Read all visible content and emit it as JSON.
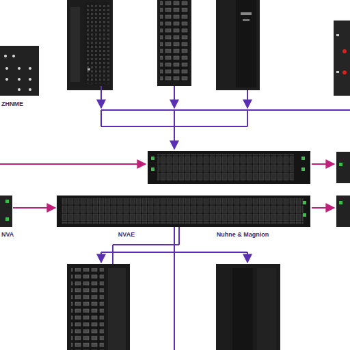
{
  "diagram": {
    "labels": [
      "ZHNME",
      "NVA",
      "NVAE",
      "Nuhne & Magnion"
    ]
  }
}
